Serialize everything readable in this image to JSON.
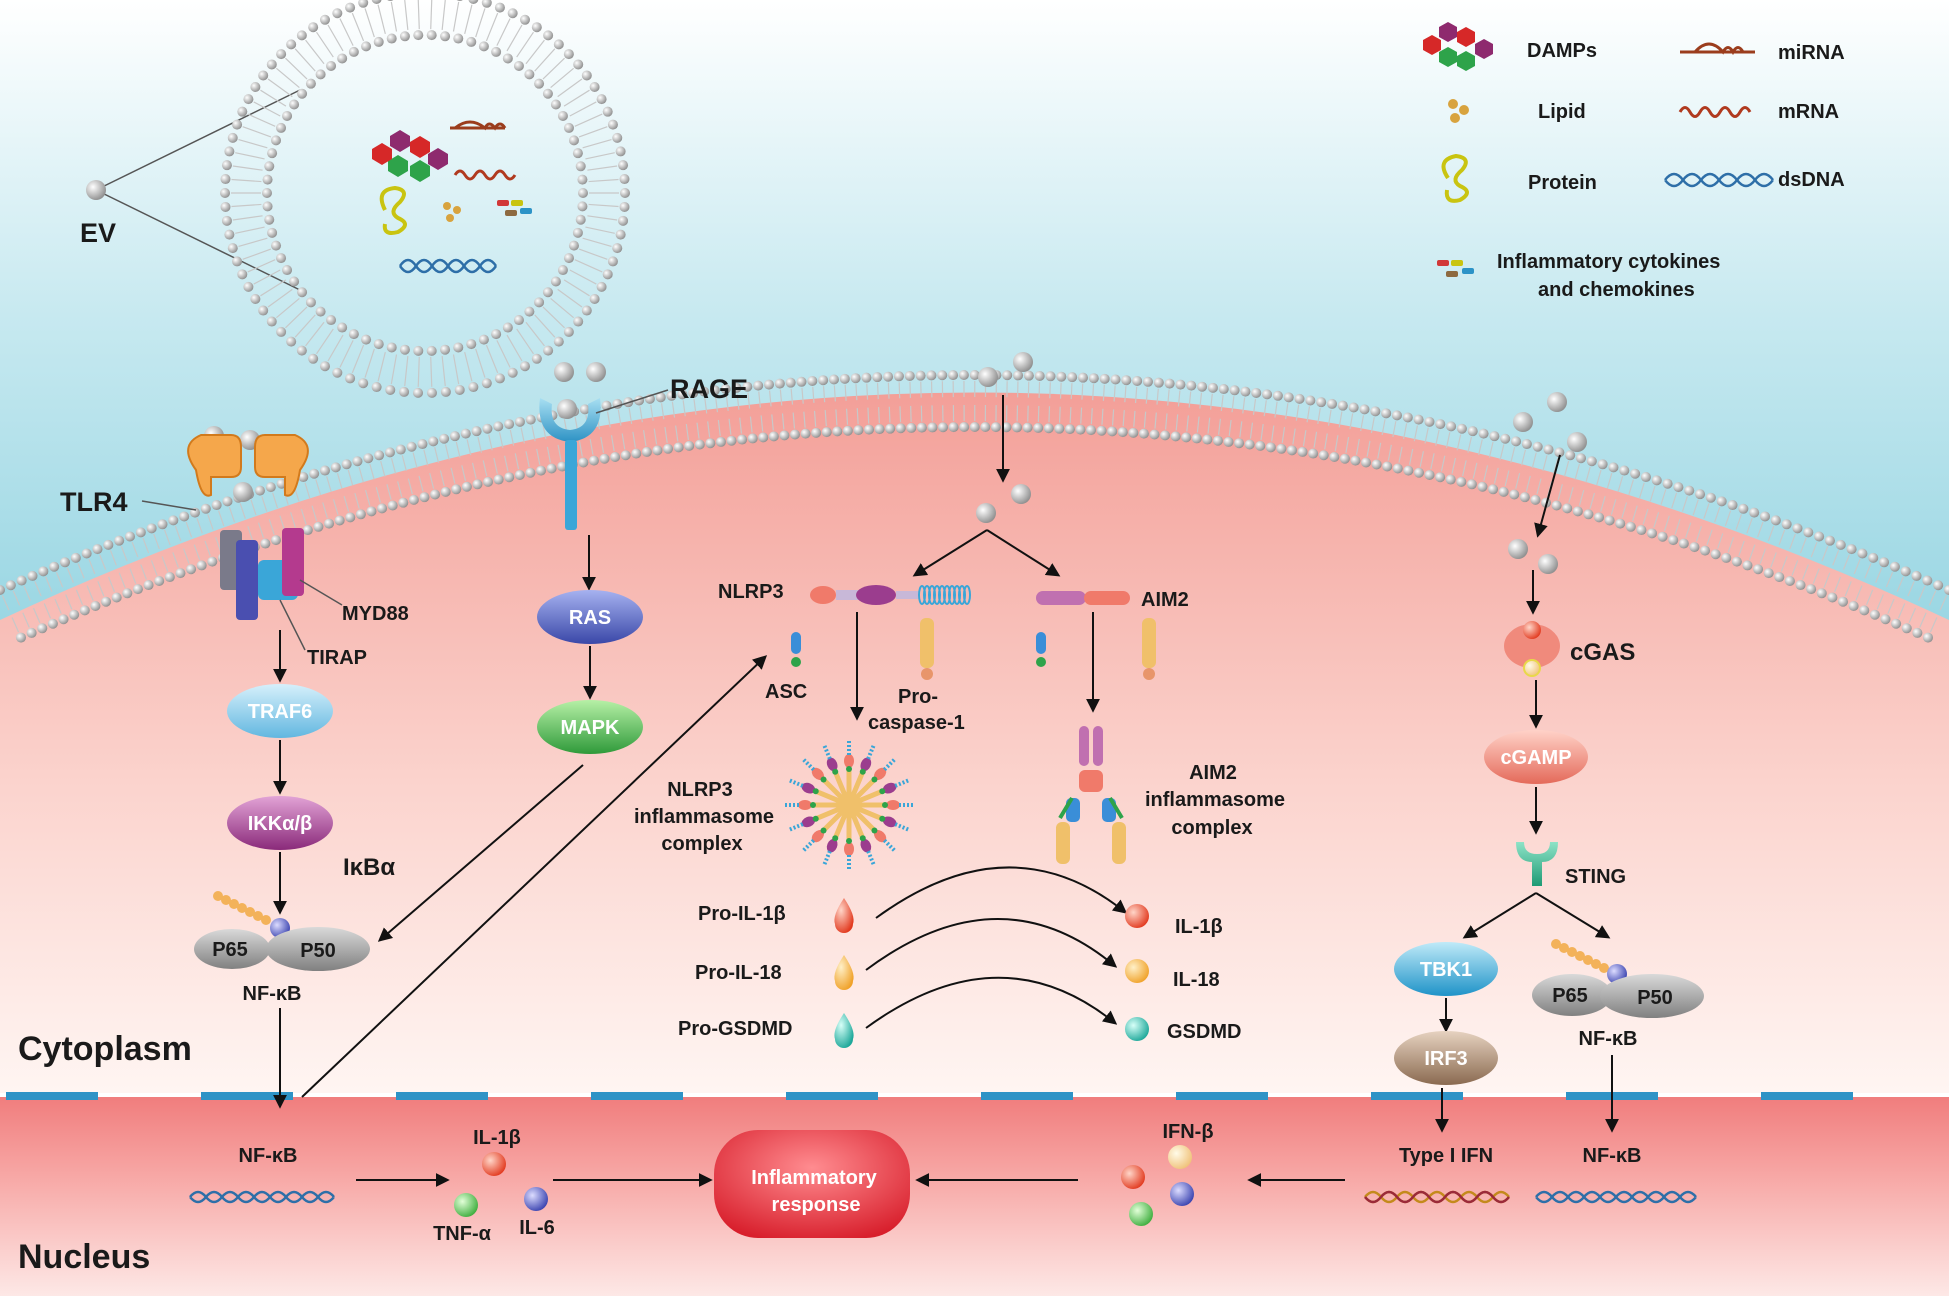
{
  "labels": {
    "ev": "EV",
    "tlr4": "TLR4",
    "rage": "RAGE",
    "myd88": "MYD88",
    "tirap": "TIRAP",
    "traf6": "TRAF6",
    "ikk": "IKKα/β",
    "ikba": "IκBα",
    "p65": "P65",
    "p50": "P50",
    "nfkb": "NF-κB",
    "ras": "RAS",
    "mapk": "MAPK",
    "nlrp3": "NLRP3",
    "aim2": "AIM2",
    "asc": "ASC",
    "procasp_1": "Pro-",
    "procasp_2": "caspase-1",
    "nlrp3_complex_1": "NLRP3",
    "nlrp3_complex_2": "inflammasome",
    "nlrp3_complex_3": "complex",
    "aim2_complex_1": "AIM2",
    "aim2_complex_2": "inflammasome",
    "aim2_complex_3": "complex",
    "pro_il1b": "Pro-IL-1β",
    "pro_il18": "Pro-IL-18",
    "pro_gsdmd": "Pro-GSDMD",
    "il1b": "IL-1β",
    "il18": "IL-18",
    "gsdmd": "GSDMD",
    "cgas": "cGAS",
    "cgamp": "cGAMP",
    "sting": "STING",
    "tbk1": "TBK1",
    "irf3": "IRF3",
    "cytoplasm": "Cytoplasm",
    "nucleus": "Nucleus",
    "nuc_nfkb": "NF-κB",
    "nuc_il1b": "IL-1β",
    "tnfa": "TNF-α",
    "il6": "IL-6",
    "inflam_1": "Inflammatory",
    "inflam_2": "response",
    "ifnb": "IFN-β",
    "type1ifn": "Type I IFN",
    "nuc_nfkb_right": "NF-κB"
  },
  "legend": {
    "damps": "DAMPs",
    "lipid": "Lipid",
    "protein": "Protein",
    "mirna": "miRNA",
    "mrna": "mRNA",
    "dsdna": "dsDNA",
    "cytokines_1": "Inflammatory cytokines",
    "cytokines_2": "and chemokines"
  },
  "colors": {
    "extracellular_top": "#ffffff",
    "extracellular_bottom": "#8fd2e0",
    "cytoplasm_top": "#f6aba2",
    "cytoplasm_bottom": "#fff4f1",
    "nucleus": "#f18f8e",
    "nuclear_envelope": "#2f93c6",
    "membrane_head": "#b9b9b9",
    "inflammatory_response": "#e52f3c"
  }
}
